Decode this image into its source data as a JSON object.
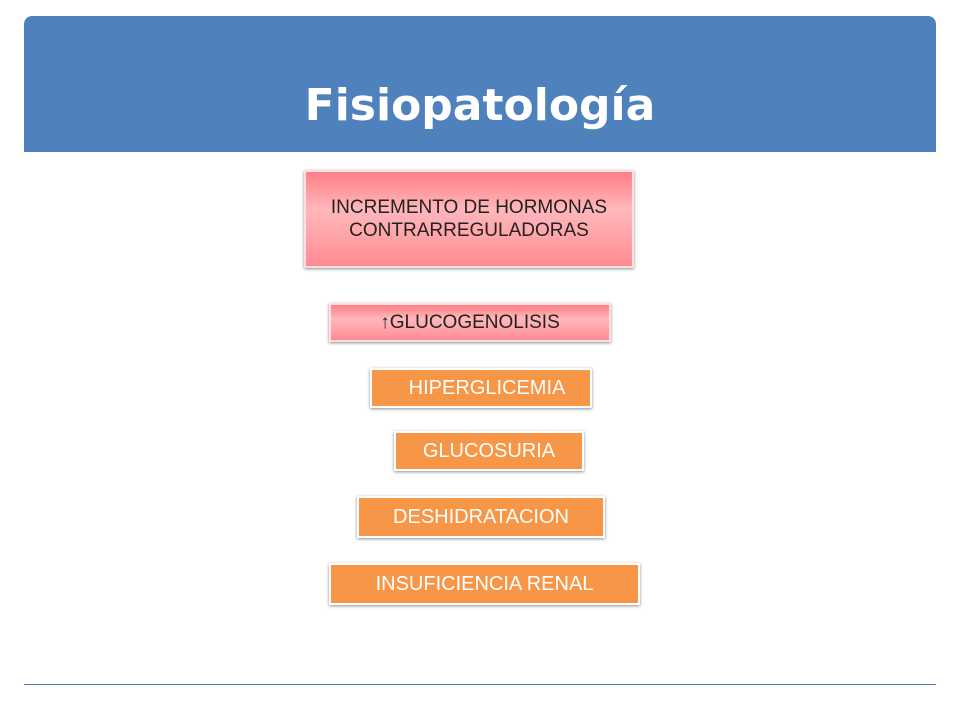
{
  "slide": {
    "title": "Fisiopatología"
  },
  "colors": {
    "header": "#4f81bd",
    "pink_box": "#ff8a91",
    "orange_box": "#f79646"
  },
  "flow": {
    "step1": "INCREMENTO DE HORMONAS CONTRARREGULADORAS",
    "step2": "↑GLUCOGENOLISIS",
    "step3": "HIPERGLICEMIA",
    "step4": "GLUCOSURIA",
    "step5": "DESHIDRATACION",
    "step6": "INSUFICIENCIA RENAL"
  }
}
